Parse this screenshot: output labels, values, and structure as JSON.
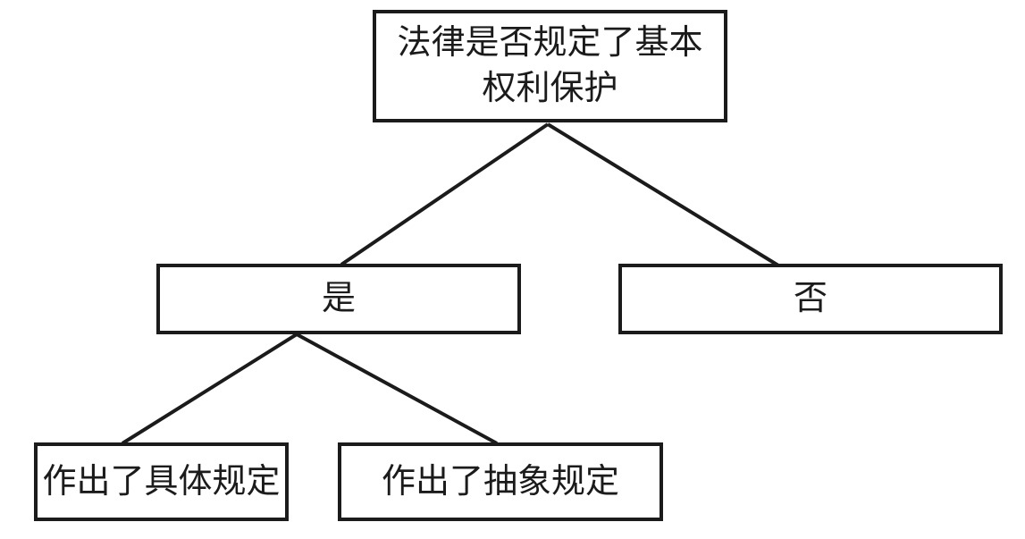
{
  "diagram": {
    "type": "decision-tree",
    "background_color": "#ffffff",
    "line_color": "#1b1b1b",
    "nodes": {
      "root": {
        "label": "法律是否规定了基本权利保护",
        "line1": "法律是否规定了基本",
        "line2": "权利保护"
      },
      "yes": {
        "label": "是"
      },
      "no": {
        "label": "否"
      },
      "concrete": {
        "label": "作出了具体规定"
      },
      "abstract": {
        "label": "作出了抽象规定"
      }
    },
    "edges": [
      {
        "from": "root",
        "to": "yes"
      },
      {
        "from": "root",
        "to": "no"
      },
      {
        "from": "yes",
        "to": "concrete"
      },
      {
        "from": "yes",
        "to": "abstract"
      }
    ]
  }
}
